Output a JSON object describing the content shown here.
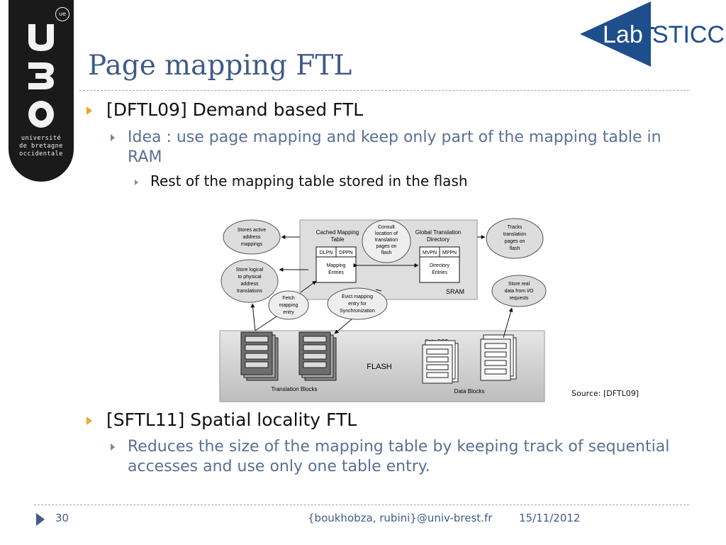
{
  "logos": {
    "university_lines": [
      "université",
      "de bretagne",
      "occidentale"
    ],
    "university_badge": "ue",
    "lab_name_part1": "Lab",
    "lab_name_part2": "STICC"
  },
  "slide": {
    "title": "Page mapping FTL",
    "bullets": [
      {
        "text": "[DFTL09] Demand based FTL",
        "sub": "Idea : use page mapping and keep only part of the mapping table in RAM",
        "subsub": "Rest of the mapping table stored in the flash"
      },
      {
        "text": "[SFTL11] Spatial locality FTL",
        "sub": "Reduces the size of the mapping table by keeping track of sequential accesses and use only one table entry."
      }
    ],
    "figure_source": "Source: [DFTL09]"
  },
  "diagram": {
    "sram_label": "SRAM",
    "flash_label": "FLASH",
    "cached_mapping_table": [
      "Cached Mapping",
      "Table"
    ],
    "cmt_cols": [
      "DLPN",
      "DPPN"
    ],
    "mapping_entries": [
      "Mapping",
      "Entries"
    ],
    "global_translation_directory": [
      "Global Translation",
      "Directory"
    ],
    "gtd_cols": [
      "MVPN",
      "MPPN"
    ],
    "directory_entries": [
      "Directory",
      "Entries"
    ],
    "cloud_consult": [
      "Consult",
      "location of",
      "translation",
      "pages on",
      "flash"
    ],
    "cloud_stores_active": [
      "Stores active",
      "address",
      "mappings"
    ],
    "cloud_tracks": [
      "Tracks",
      "translation",
      "pages on",
      "flash"
    ],
    "cloud_store_logical": [
      "Store logical",
      "to physical",
      "address",
      "translations"
    ],
    "cloud_fetch": [
      "Fetch",
      "mapping",
      "entry"
    ],
    "cloud_evict": [
      "Evict mapping",
      "entry for",
      "Synchronization"
    ],
    "cloud_store_real": [
      "Store real",
      "data from I/O",
      "requests"
    ],
    "data_oob": "Data OOB",
    "translation_blocks": "Translation Blocks",
    "data_blocks": "Data Blocks"
  },
  "footer": {
    "page_number": "30",
    "authors": "{boukhobza, rubini}@univ-brest.fr",
    "date": "15/11/2012"
  },
  "colors": {
    "title": "#3f5b87",
    "bullet_level1": "#e9a825",
    "text_level2": "#5a7094",
    "logo_blue": "#1f4e8c"
  }
}
